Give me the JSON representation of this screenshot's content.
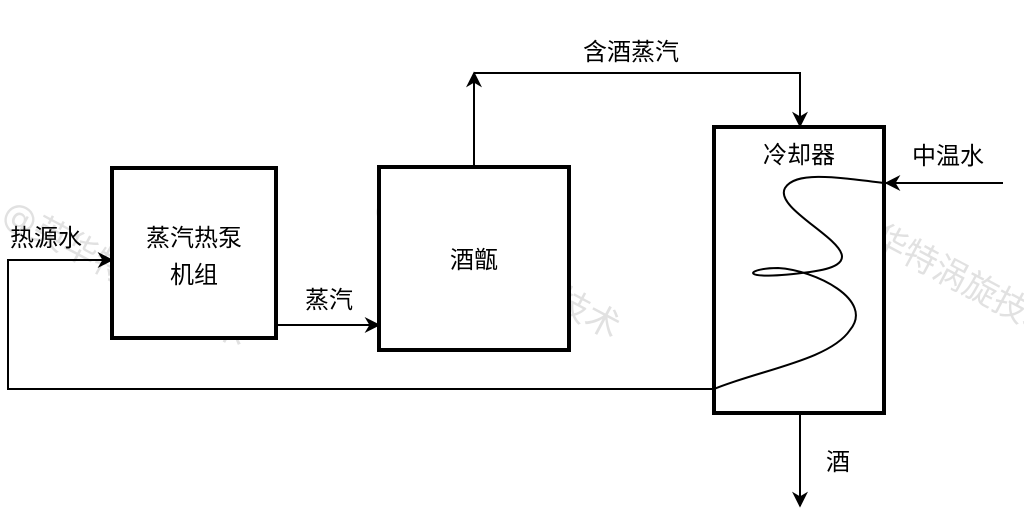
{
  "nodes": {
    "heat_pump": {
      "line1": "蒸汽热泵",
      "line2": "机组"
    },
    "still": {
      "label": "酒甑"
    },
    "condenser": {
      "label": "冷却器"
    }
  },
  "flows": {
    "heat_source_water": "热源水",
    "steam": "蒸汽",
    "alcohol_steam": "含酒蒸汽",
    "medium_temp_water": "中温水",
    "liquor": "酒"
  },
  "watermark": "@英华特涡旋技术",
  "colors": {
    "stroke": "#000000",
    "background": "#ffffff",
    "watermark": "#d8d8d8"
  }
}
